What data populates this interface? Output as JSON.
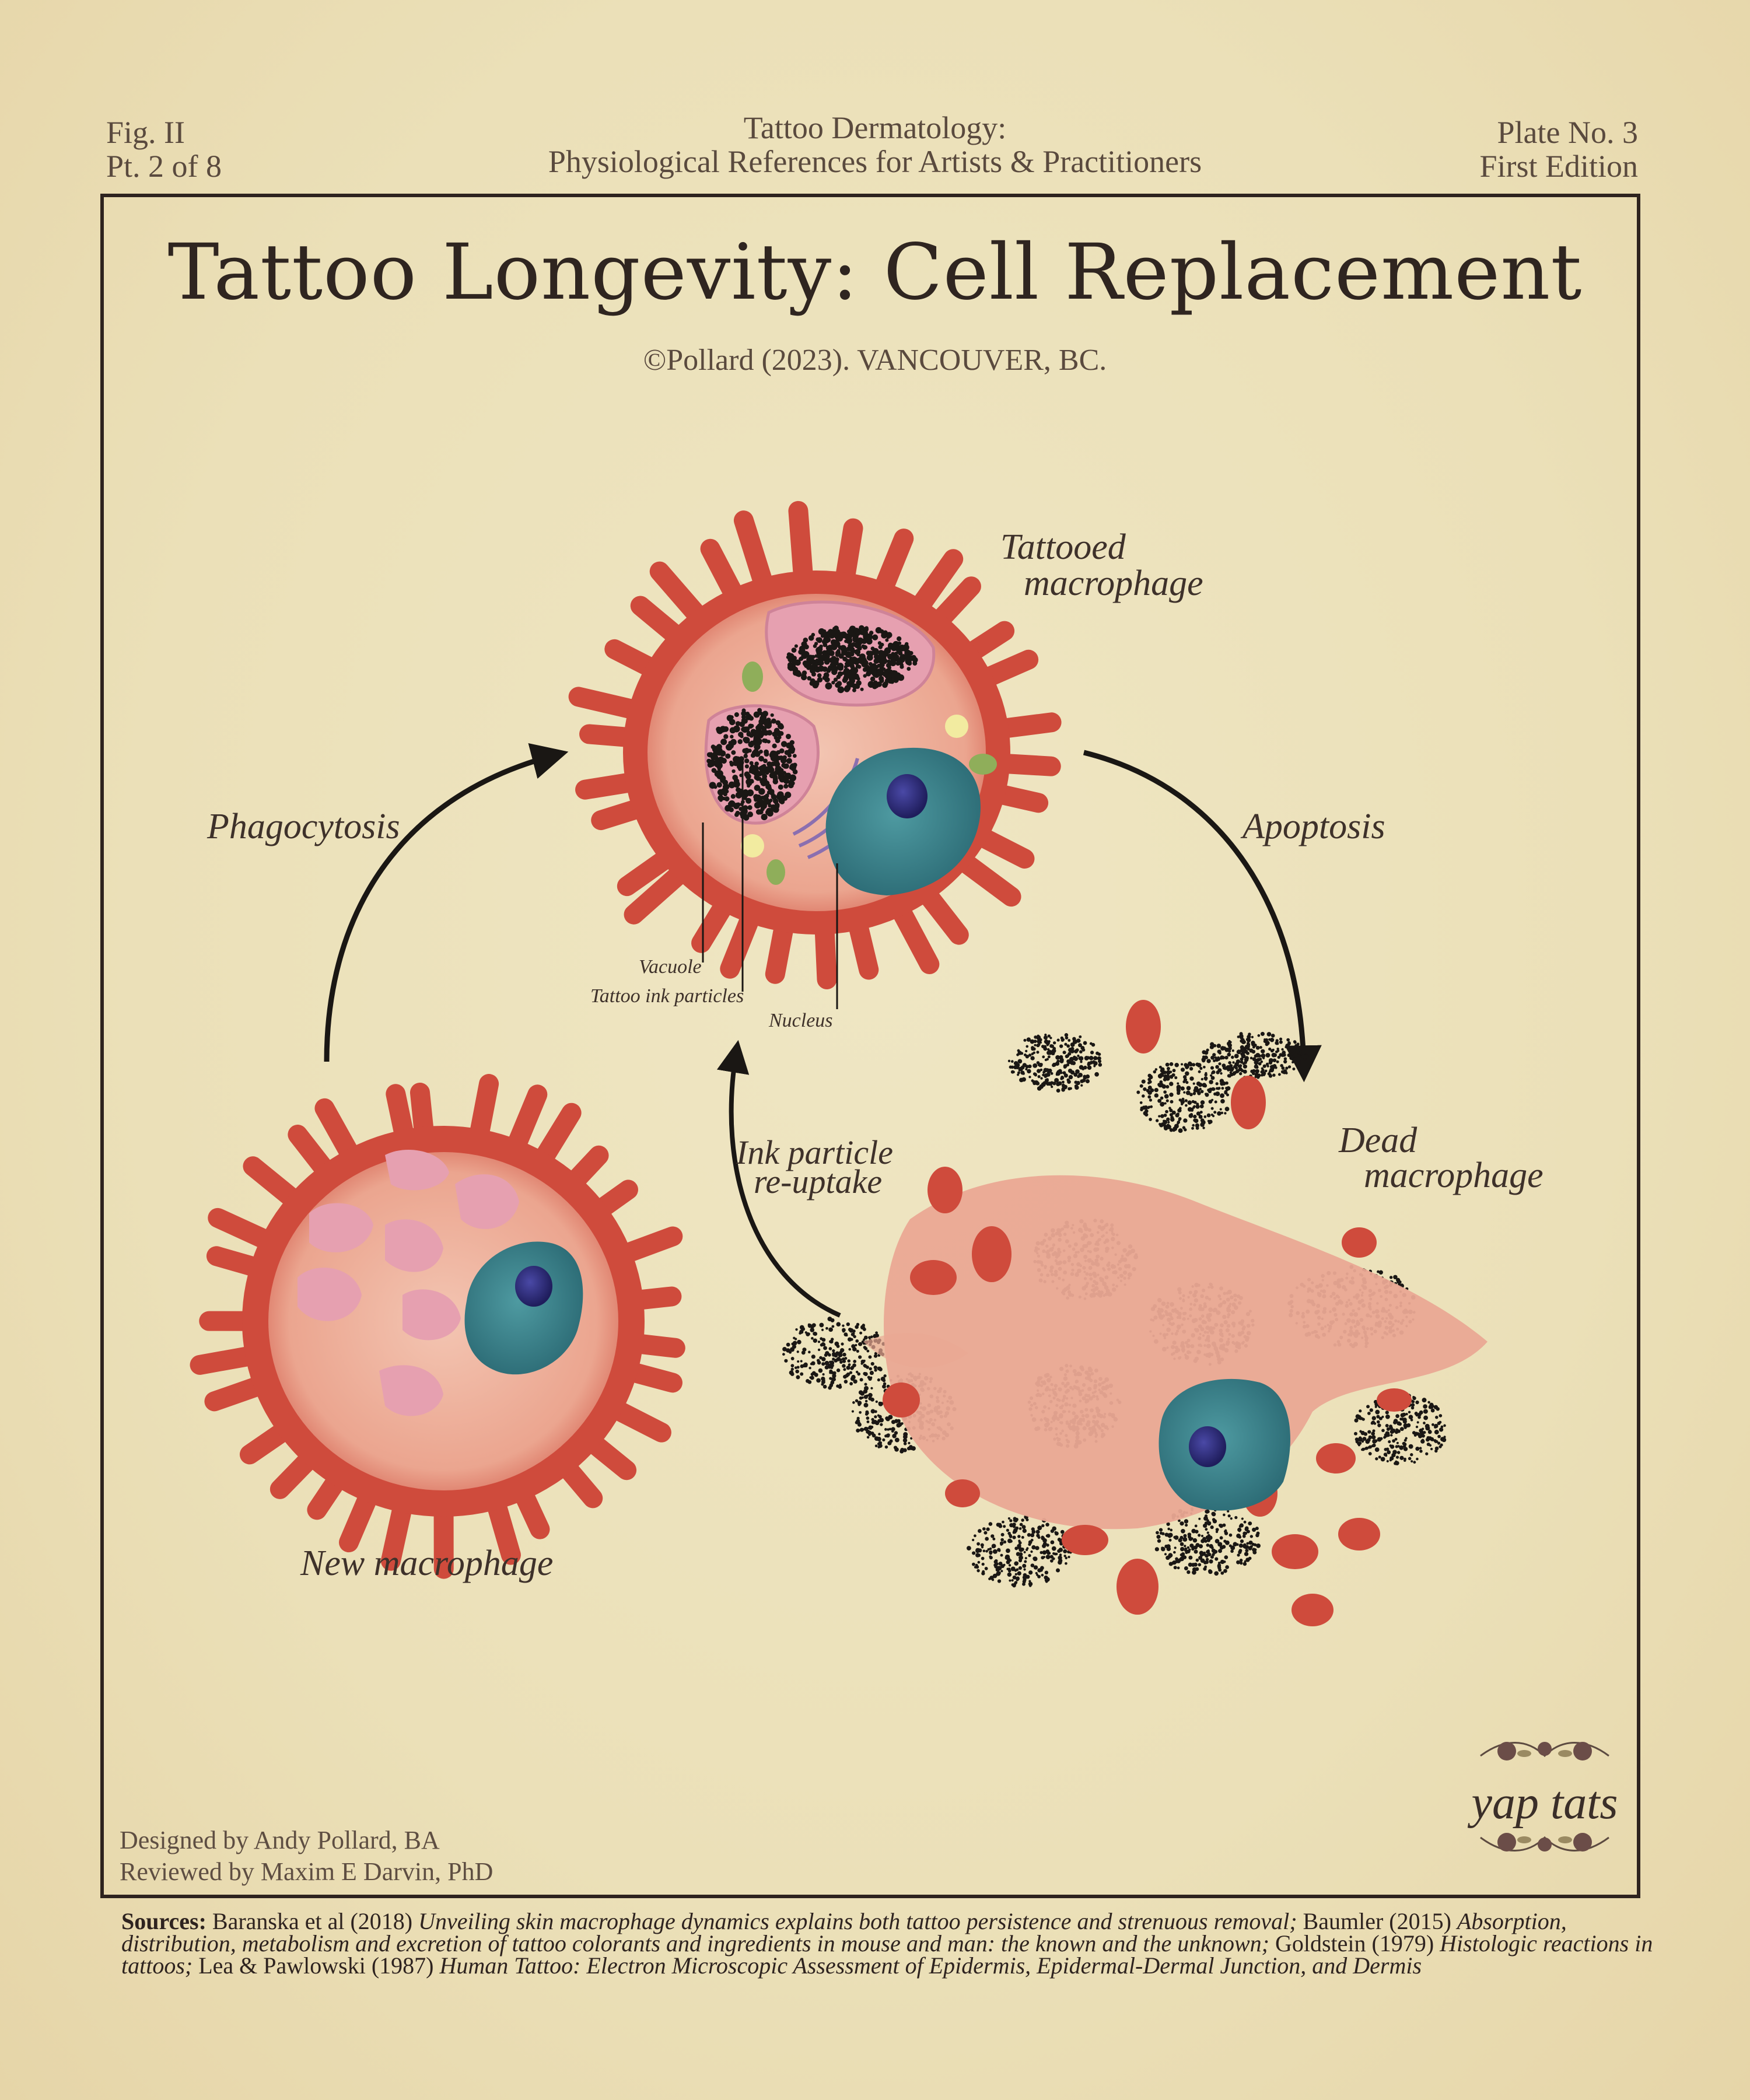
{
  "header": {
    "left": {
      "line1": "Fig. II",
      "line2": "Pt. 2 of 8"
    },
    "center": {
      "line1": "Tattoo Dermatology:",
      "line2": "Physiological References for Artists & Practitioners"
    },
    "right": {
      "line1": "Plate No. 3",
      "line2": "First Edition"
    }
  },
  "title": "Tattoo Longevity: Cell Replacement",
  "subtitle": "©Pollard (2023). VANCOUVER, BC.",
  "labels": {
    "tattooed_l1": "Tattooed",
    "tattooed_l2": "macrophage",
    "phagocytosis": "Phagocytosis",
    "apoptosis": "Apoptosis",
    "dead_l1": "Dead",
    "dead_l2": "macrophage",
    "reuptake_l1": "Ink particle",
    "reuptake_l2": "re-uptake",
    "new_macrophage": "New macrophage",
    "vacuole": "Vacuole",
    "ink_particles": "Tattoo ink particles",
    "nucleus": "Nucleus"
  },
  "credits": {
    "designed": "Designed by Andy Pollard, BA",
    "reviewed": "Reviewed by Maxim E Darvin, PhD"
  },
  "logo": "yap tats",
  "sources": {
    "heading": "Sources:",
    "s1_authors": "Baranska et al (2018)",
    "s1_title": "Unveiling skin macrophage dynamics explains both tattoo persistence and strenuous removal;",
    "s2_authors": "Baumler (2015)",
    "s2_title": "Absorption, distribution, metabolism and excretion of tattoo colorants and ingredients in mouse and man: the known and the unknown;",
    "s3_authors": "Goldstein (1979)",
    "s3_title": "Histologic reactions in tattoos;",
    "s4_authors": "Lea & Pawlowski (1987)",
    "s4_title": "Human Tattoo: Electron Microscopic Assessment of Epidermis, Epidermal-Dermal Junction, and Dermis"
  },
  "colors": {
    "membrane": "#cf4b3c",
    "cytoplasm": "#f0b3a0",
    "vacuole": "#e6a0b0",
    "nucleus": "#3f8c95",
    "nucleolus": "#2b2a73",
    "ink": "#1a1714"
  }
}
